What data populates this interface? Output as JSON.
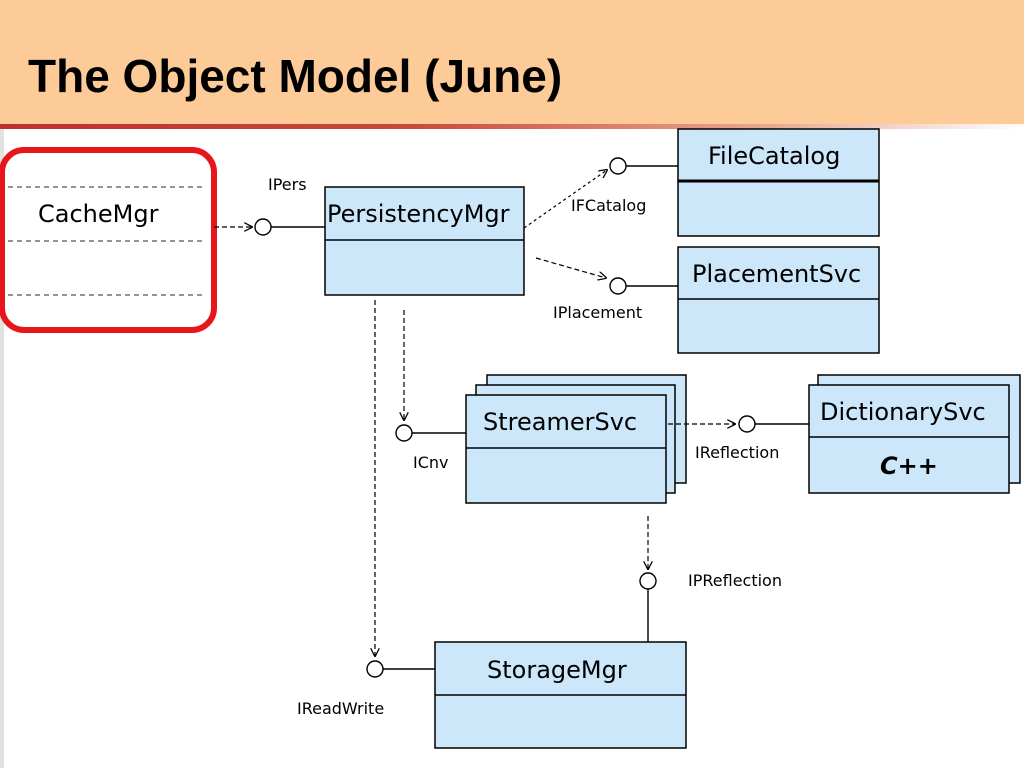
{
  "title": "The Object Model (June)",
  "classes": {
    "cache_mgr": "CacheMgr",
    "persistency_mgr": "PersistencyMgr",
    "file_catalog": "FileCatalog",
    "placement_svc": "PlacementSvc",
    "streamer_svc": "StreamerSvc",
    "dictionary_svc": "DictionarySvc",
    "dictionary_note": "C++",
    "storage_mgr": "StorageMgr"
  },
  "interfaces": {
    "ipers": "IPers",
    "ifcatalog": "IFCatalog",
    "iplacement": "IPlacement",
    "icnv": "ICnv",
    "ireflection": "IReflection",
    "ipreflection": "IPReflection",
    "ireadwrite": "IReadWrite"
  },
  "colors": {
    "header_bg": "#fccb98",
    "box_fill": "#cce6fa",
    "highlight": "#e8161b"
  }
}
